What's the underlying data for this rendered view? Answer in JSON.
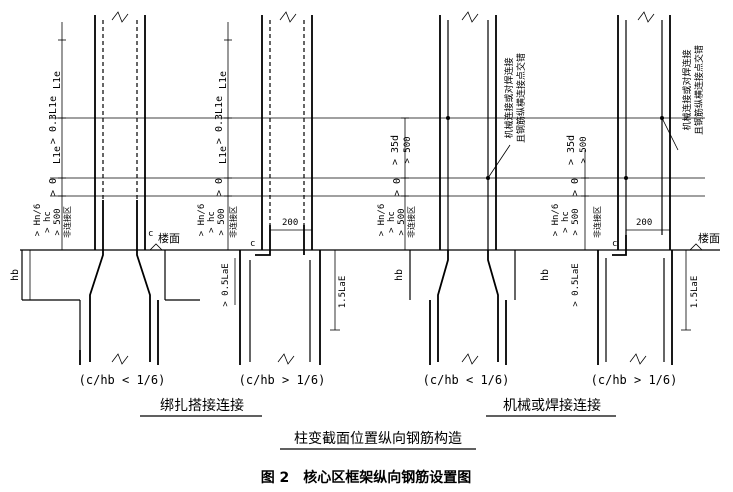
{
  "labels": {
    "l1e": "L1e",
    "dim_03l1e": "> 0.3L1e",
    "dim_0": "> 0",
    "dim_35d": "> 35d",
    "dim_500": "> 500",
    "dim_hn6": "> Hn/6",
    "dim_hc": "> hc",
    "non_conn_zone": "非连接区",
    "floor_surface": "楼面",
    "hb": "hb",
    "c": "c",
    "dim_200": "200",
    "dim_05lae": "> 0.5LaE",
    "dim_15lae": "1.5LaE",
    "mech_note_1": "机械连接或对焊连接",
    "mech_note_2": "且钢筋纵横连接点交错",
    "ratio_lt": "(c/hb < 1/6)",
    "ratio_gt": "(c/hb > 1/6)"
  },
  "groups": {
    "lap": "绑扎搭接连接",
    "mech": "机械或焊接连接"
  },
  "subtitle": "柱变截面位置纵向钢筋构造",
  "figure_caption": "图 2　核心区框架纵向钢筋设置图"
}
